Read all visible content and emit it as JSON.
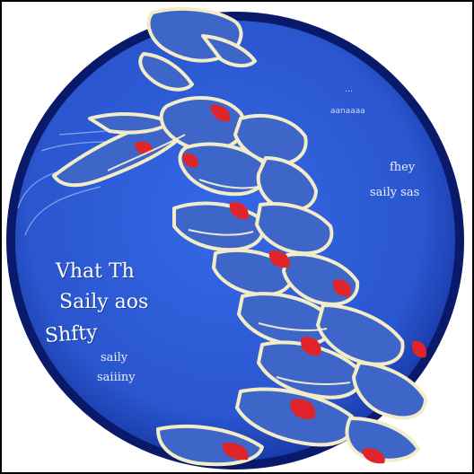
{
  "image": {
    "background": "#ffffff",
    "disc_color": "#2f5fd8",
    "disc_rim_color": "#0a1a6b",
    "shape_fill": "#3d66c8",
    "shape_outline": "#f3ecc8",
    "accent_red": "#e0252a"
  },
  "labels": {
    "large_1": "Vhat Th",
    "large_2": "Saily aos",
    "large_3": "Shfty",
    "small_1": "saily",
    "small_2": "saiiiny",
    "right_1": "fhey",
    "right_2": "saily sas",
    "right_3": "aanaaaa",
    "right_4": "…"
  }
}
